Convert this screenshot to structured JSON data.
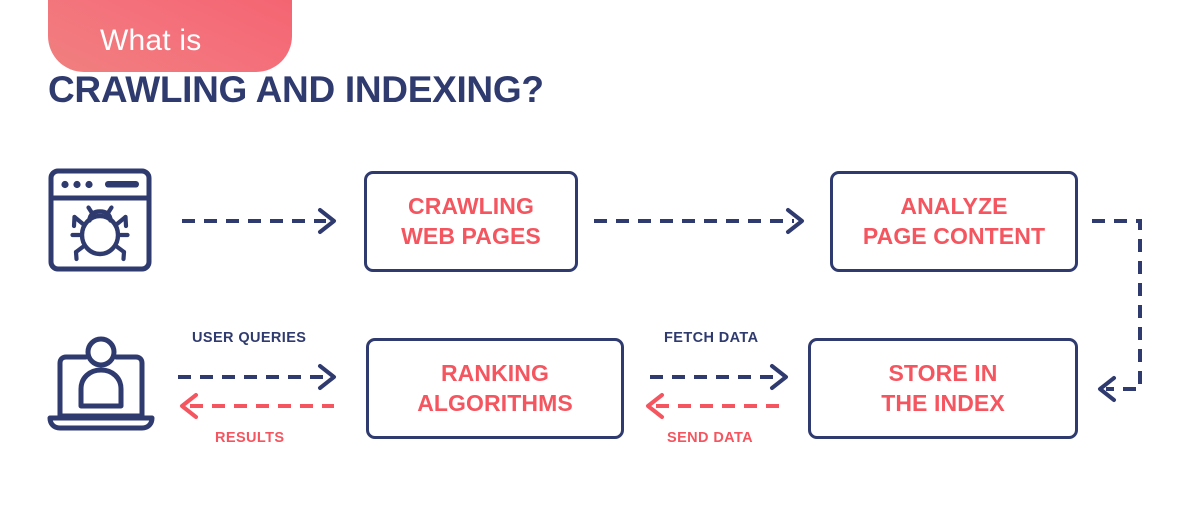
{
  "header": {
    "eyebrow": "What is",
    "title": "CRAWLING AND INDEXING?",
    "banner_color": "#f4727c",
    "title_color": "#2f3a6e",
    "eyebrow_color": "#ffffff"
  },
  "theme": {
    "navy": "#2f3a6e",
    "coral": "#f4555f",
    "background": "#ffffff"
  },
  "icons": {
    "crawler": "browser-window-bug-icon",
    "user": "laptop-user-icon"
  },
  "flow": {
    "boxes": [
      {
        "id": "crawling",
        "label": "CRAWLING\nWEB PAGES",
        "row": "top",
        "color": "#f4555f"
      },
      {
        "id": "analyze",
        "label": "ANALYZE\nPAGE CONTENT",
        "row": "top",
        "color": "#f4555f"
      },
      {
        "id": "ranking",
        "label": "RANKING\nALGORITHMS",
        "row": "bottom",
        "color": "#f4555f"
      },
      {
        "id": "store",
        "label": "STORE IN\nTHE INDEX",
        "row": "bottom",
        "color": "#f4555f"
      }
    ],
    "connectors": [
      {
        "id": "crawler-to-crawling",
        "label": "",
        "style": "dashed",
        "color": "#2f3a6e",
        "direction": "right"
      },
      {
        "id": "crawling-to-analyze",
        "label": "",
        "style": "dashed",
        "color": "#2f3a6e",
        "direction": "right"
      },
      {
        "id": "analyze-to-store",
        "label": "",
        "style": "dashed",
        "color": "#2f3a6e",
        "direction": "elbow-down-left"
      },
      {
        "id": "user-to-ranking",
        "label": "USER QUERIES",
        "style": "dashed",
        "color": "#2f3a6e",
        "direction": "right"
      },
      {
        "id": "ranking-to-user",
        "label": "RESULTS",
        "style": "dashed",
        "color": "#f4555f",
        "direction": "left"
      },
      {
        "id": "ranking-to-store",
        "label": "FETCH DATA",
        "style": "dashed",
        "color": "#2f3a6e",
        "direction": "right"
      },
      {
        "id": "store-to-ranking",
        "label": "SEND DATA",
        "style": "dashed",
        "color": "#f4555f",
        "direction": "left"
      }
    ]
  }
}
